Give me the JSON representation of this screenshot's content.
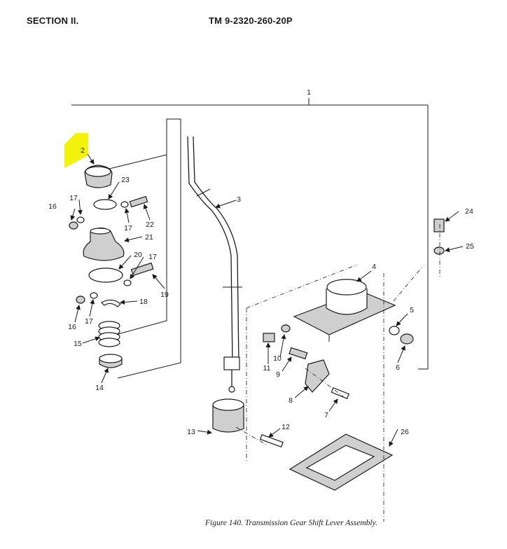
{
  "header": {
    "section": "SECTION II.",
    "manual": "TM  9-2320-260-20P"
  },
  "caption": "Figure 140. Transmission Gear Shift Lever Assembly.",
  "highlight_color": "#f2f20a",
  "callouts": [
    "1",
    "2",
    "3",
    "4",
    "5",
    "6",
    "7",
    "8",
    "9",
    "10",
    "11",
    "12",
    "13",
    "14",
    "15",
    "16",
    "17",
    "18",
    "19",
    "20",
    "21",
    "22",
    "23",
    "24",
    "25",
    "26"
  ]
}
